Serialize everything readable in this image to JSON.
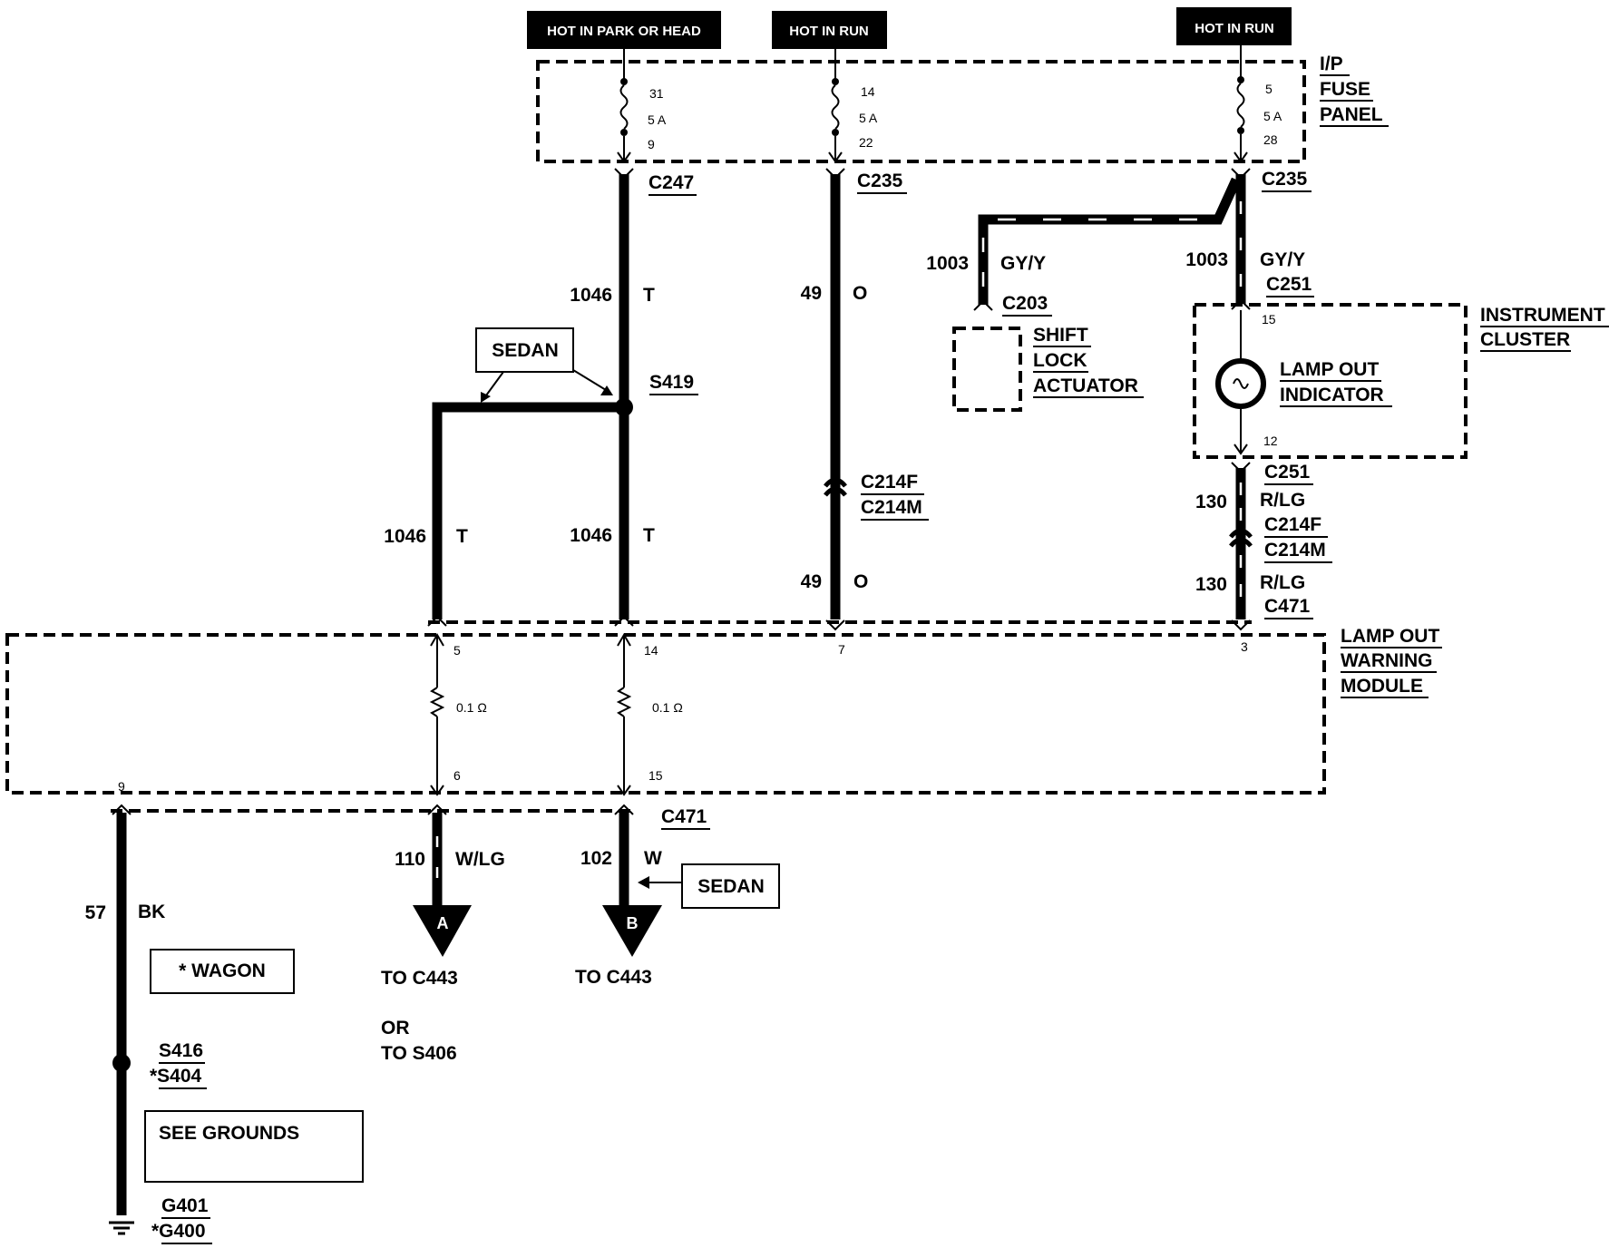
{
  "headers": {
    "h1": "HOT IN PARK OR HEAD",
    "h2": "HOT IN RUN",
    "h3": "HOT IN RUN"
  },
  "fuse_panel": {
    "title": [
      "I/P",
      "FUSE",
      "PANEL"
    ],
    "fuse1": {
      "top": "31",
      "rating": "5 A",
      "bottom": "9"
    },
    "fuse2": {
      "top": "14",
      "rating": "5 A",
      "bottom": "22"
    },
    "fuse3": {
      "top": "5",
      "rating": "5 A",
      "bottom": "28"
    }
  },
  "connectors": {
    "c247": "C247",
    "c235a": "C235",
    "c235b": "C235",
    "c251a": "C251",
    "c251b": "C251",
    "c203": "C203",
    "c214f_a": "C214F",
    "c214m_a": "C214M",
    "c214f_b": "C214F",
    "c214m_b": "C214M",
    "c471a": "C471",
    "c471b": "C471",
    "s419": "S419",
    "s416": "S416",
    "s404": "*S404",
    "g401": "G401",
    "g400": "*G400"
  },
  "wires": {
    "w1046_top": {
      "num": "1046",
      "color": "T"
    },
    "w1046_left": {
      "num": "1046",
      "color": "T"
    },
    "w1046_mid": {
      "num": "1046",
      "color": "T"
    },
    "w49_top": {
      "num": "49",
      "color": "O"
    },
    "w49_bot": {
      "num": "49",
      "color": "O"
    },
    "w1003_left": {
      "num": "1003",
      "color": "GY/Y"
    },
    "w1003_right": {
      "num": "1003",
      "color": "GY/Y"
    },
    "w130_top": {
      "num": "130",
      "color": "R/LG"
    },
    "w130_bot": {
      "num": "130",
      "color": "R/LG"
    },
    "w110": {
      "num": "110",
      "color": "W/LG"
    },
    "w102": {
      "num": "102",
      "color": "W"
    },
    "w57": {
      "num": "57",
      "color": "BK"
    }
  },
  "components": {
    "sedan1": "SEDAN",
    "sedan2": "SEDAN",
    "shift_lock": [
      "SHIFT",
      "LOCK",
      "ACTUATOR"
    ],
    "instrument_cluster": [
      "INSTRUMENT",
      "CLUSTER"
    ],
    "lamp_out_indicator": [
      "LAMP OUT",
      "INDICATOR"
    ],
    "cluster_pins": {
      "top": "15",
      "bottom": "12"
    },
    "module": [
      "LAMP OUT",
      "WARNING",
      "MODULE"
    ],
    "module_pins": {
      "p5": "5",
      "p14": "14",
      "p7": "7",
      "p3": "3",
      "p6": "6",
      "p15": "15",
      "p9": "9"
    },
    "resistor1": "0.1 Ω",
    "resistor2": "0.1 Ω",
    "wagon_note": "* WAGON",
    "see_grounds": "SEE GROUNDS"
  },
  "endpoints": {
    "a_letter": "A",
    "b_letter": "B",
    "a_dest": "TO C443",
    "a_or": "OR",
    "a_alt": "TO S406",
    "b_dest": "TO C443"
  }
}
